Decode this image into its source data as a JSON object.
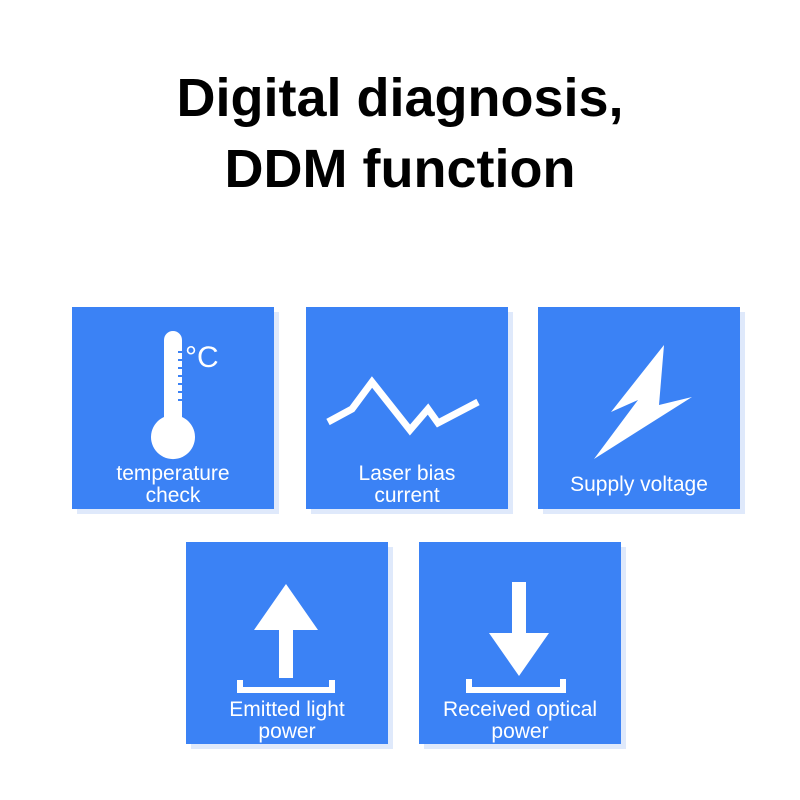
{
  "title": {
    "line1": "Digital diagnosis,",
    "line2": "DDM function"
  },
  "colors": {
    "tile": "#3b82f5",
    "tile_shadow": "#dfe9fb",
    "icon": "#ffffff",
    "text": "#000000"
  },
  "tiles": [
    {
      "icon": "thermometer-icon",
      "unit": "°C",
      "label_lines": [
        "temperature",
        "check"
      ]
    },
    {
      "icon": "zigzag-wave-icon",
      "label_lines": [
        "Laser bias",
        "current"
      ]
    },
    {
      "icon": "lightning-bolt-icon",
      "label_lines": [
        "Supply voltage"
      ]
    },
    {
      "icon": "upload-arrow-icon",
      "label_lines": [
        "Emitted light",
        "power"
      ]
    },
    {
      "icon": "download-arrow-icon",
      "label_lines": [
        "Received optical",
        "power"
      ]
    }
  ]
}
